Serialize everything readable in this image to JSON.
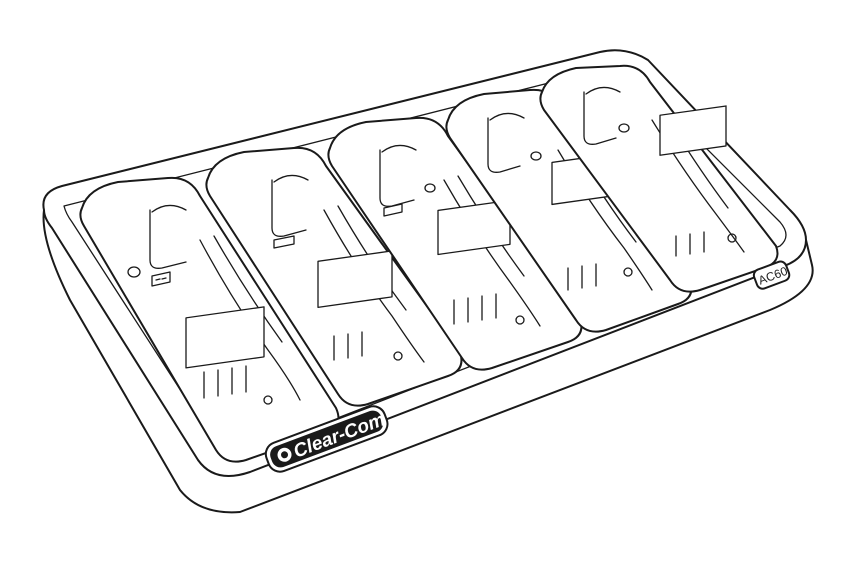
{
  "product": {
    "brand_logo_text": "Clear-Com",
    "model_label": "AC60",
    "bay_count": 5,
    "line_color": "#1a1a1a",
    "background_color": "#ffffff"
  }
}
